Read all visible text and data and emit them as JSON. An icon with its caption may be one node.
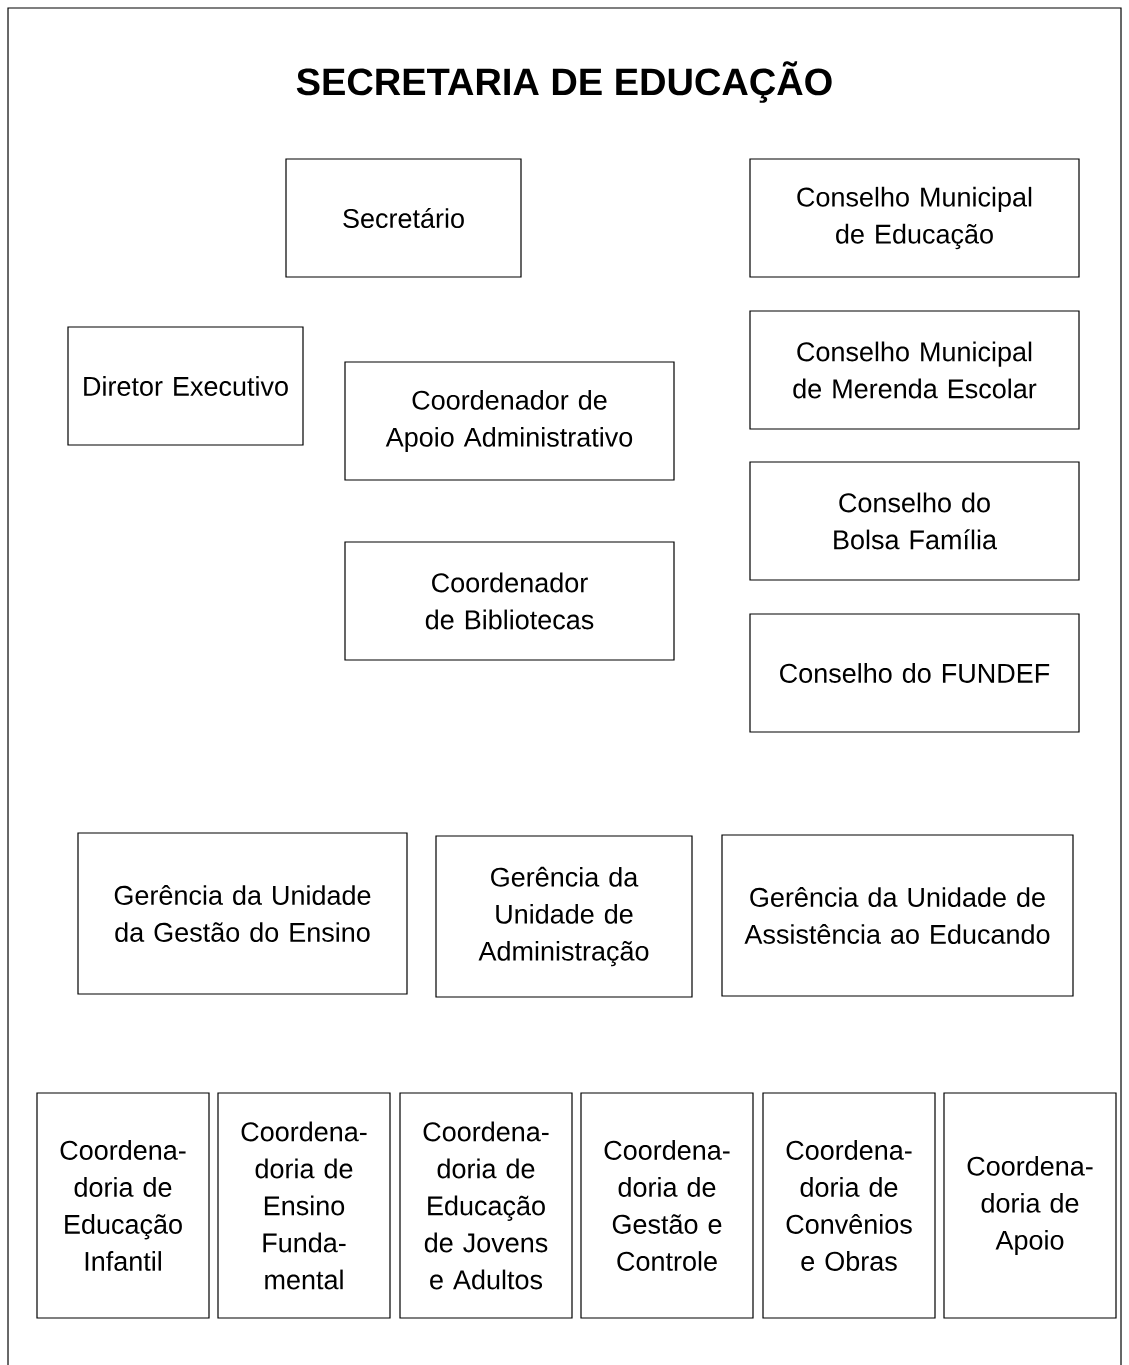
{
  "diagram": {
    "title": "SECRETARIA DE EDUCAÇÃO",
    "nodes": [
      {
        "text": [
          "Secretário"
        ]
      },
      {
        "text": [
          "Conselho Municipal de Educação"
        ]
      },
      {
        "text": [
          "Diretor Executivo"
        ]
      },
      {
        "text": [
          "Coordenador de Apoio Administrativo"
        ]
      },
      {
        "text": [
          "Conselho Municipal de Merenda Escolar"
        ]
      },
      {
        "text": [
          "Conselho do Bolsa Família"
        ]
      },
      {
        "text": [
          "Coordenador de Bibliotecas"
        ]
      },
      {
        "text": [
          "Conselho do FUNDEF"
        ]
      },
      {
        "text": [
          "Gerência da Unidade da Gestão do Ensino"
        ]
      },
      {
        "text": [
          "Gerência da Unidade de Administração"
        ]
      },
      {
        "text": [
          "Gerência da Unidade de Assistência ao Educando"
        ]
      },
      {
        "text": [
          "Coordena- doria de Educação Infantil"
        ]
      },
      {
        "text": [
          "Coordena- doria de Ensino Funda- mental"
        ]
      },
      {
        "text": [
          "Coordena- doria de Educação de Jovens e Adultos"
        ]
      },
      {
        "text": [
          "Coordena- doria de Gestão e Controle"
        ]
      },
      {
        "text": [
          "Coordena- doria de Convênios e Obras"
        ]
      },
      {
        "text": [
          "Coordena- doria de Apoio"
        ]
      }
    ],
    "edges": []
  }
}
